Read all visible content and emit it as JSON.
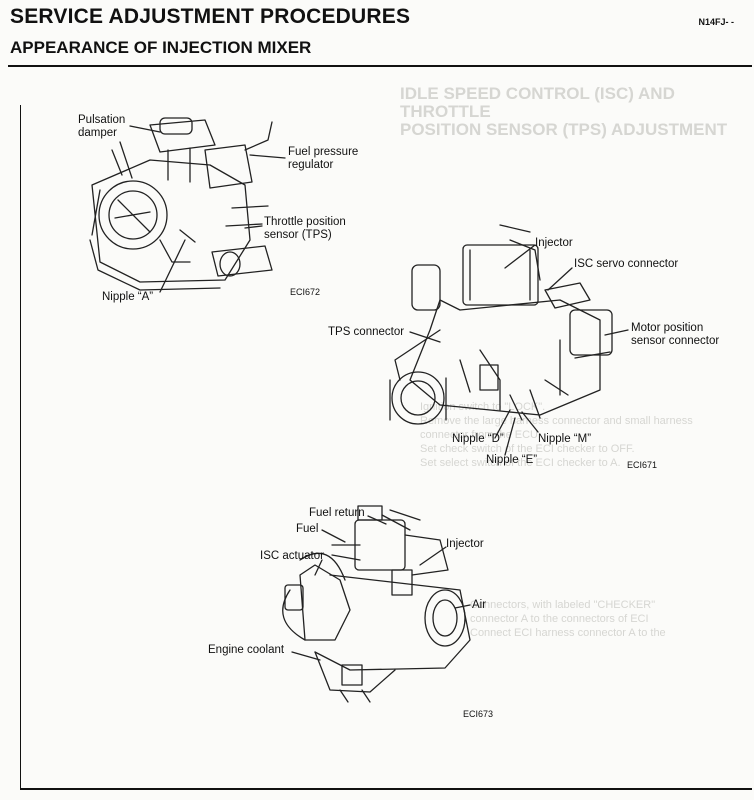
{
  "header": {
    "title": "SERVICE ADJUSTMENT PROCEDURES",
    "subtitle": "APPEARANCE OF INJECTION MIXER",
    "page_code": "N14FJ- -"
  },
  "figure1": {
    "caption": "ECI672",
    "labels": {
      "pulsation_damper": [
        "Pulsation",
        "damper"
      ],
      "fuel_pressure_regulator": [
        "Fuel pressure",
        "regulator"
      ],
      "tps": [
        "Throttle position",
        "sensor (TPS)"
      ],
      "nipple_a": "Nipple “A”"
    }
  },
  "figure2": {
    "caption": "ECI671",
    "labels": {
      "injector": "Injector",
      "isc_servo_connector": "ISC servo connector",
      "tps_connector": "TPS connector",
      "motor_position_sensor_connector": [
        "Motor position",
        "sensor connector"
      ],
      "nipple_d": "Nipple “D”",
      "nipple_m": "Nipple “M”",
      "nipple_e": "Nipple “E”"
    }
  },
  "figure3": {
    "caption": "ECI673",
    "labels": {
      "fuel_return": "Fuel return",
      "fuel": "Fuel",
      "injector": "Injector",
      "isc_actuator": "ISC actuator",
      "air": "Air",
      "engine_coolant": "Engine coolant"
    }
  }
}
